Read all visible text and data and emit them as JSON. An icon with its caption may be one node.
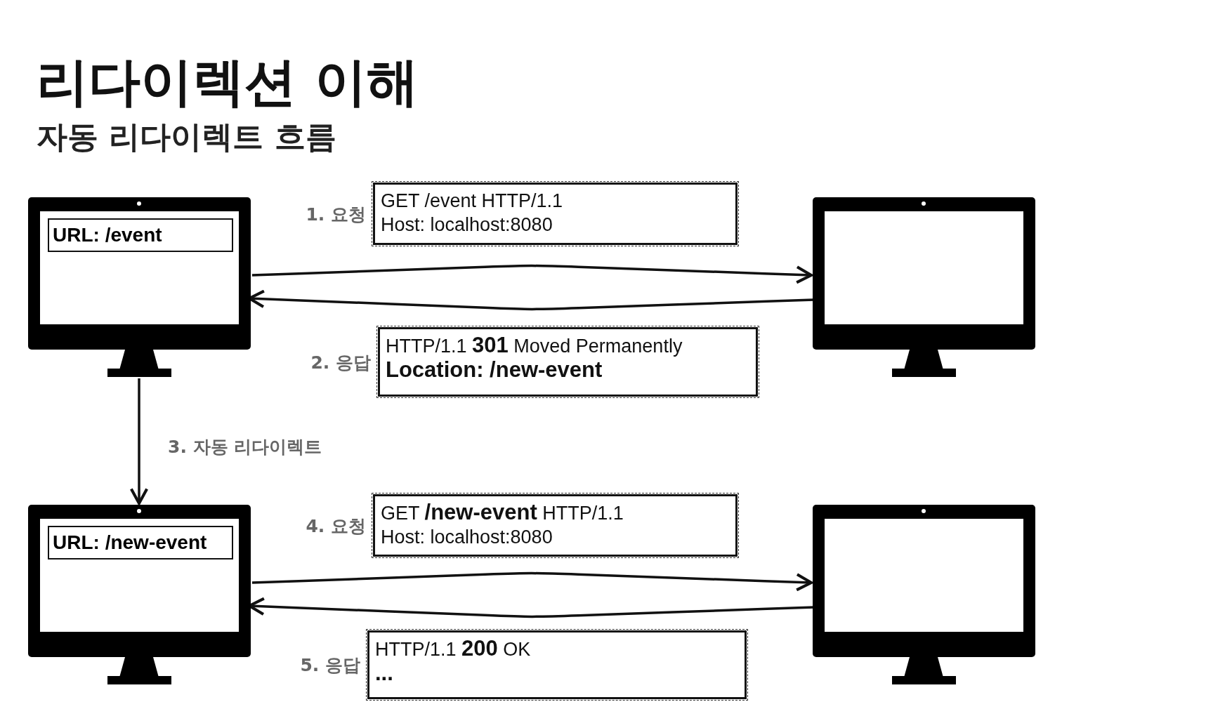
{
  "diagram": {
    "title": "리다이렉션 이해",
    "nodes": [
      {
        "text": [],
        "shape": "monitor"
      },
      {
        "text": [
          "URL: /event"
        ],
        "in": 0
      },
      {
        "text": [
          "GET /event HTTP/1.1",
          "Host: localhost:8080"
        ],
        "beside": [
          "1. 요청"
        ]
      },
      {
        "text": [],
        "shape": "monitor"
      },
      {
        "text": [
          "HTTP/1.1 **301** Moved Permanently",
          "**Location: /new-event**"
        ],
        "beside": [
          "2. 응답"
        ]
      },
      {
        "text": [],
        "shape": "monitor"
      },
      {
        "text": [
          "URL: /new-event"
        ],
        "in": 5
      },
      {
        "text": [
          "GET **/new-event** HTTP/1.1",
          "Host: localhost:8080"
        ],
        "beside": [
          "4. 요청"
        ]
      },
      {
        "text": [],
        "shape": "monitor"
      },
      {
        "text": [
          "HTTP/1.1 **200** OK",
          "**...**"
        ],
        "beside": [
          "5. 응답"
        ]
      }
    ],
    "edges": [
      {
        "from": 0,
        "to": 3,
        "arrow": "to"
      },
      {
        "from": 3,
        "to": 0,
        "arrow": "to"
      },
      {
        "from": 0,
        "to": 5,
        "arrow": "to",
        "label": "3. 자동 리다이렉트"
      },
      {
        "from": 5,
        "to": 8,
        "arrow": "to"
      },
      {
        "from": 8,
        "to": 5,
        "arrow": "to"
      }
    ],
    "labels": [
      "자동 리다이렉트 흐름"
    ]
  }
}
